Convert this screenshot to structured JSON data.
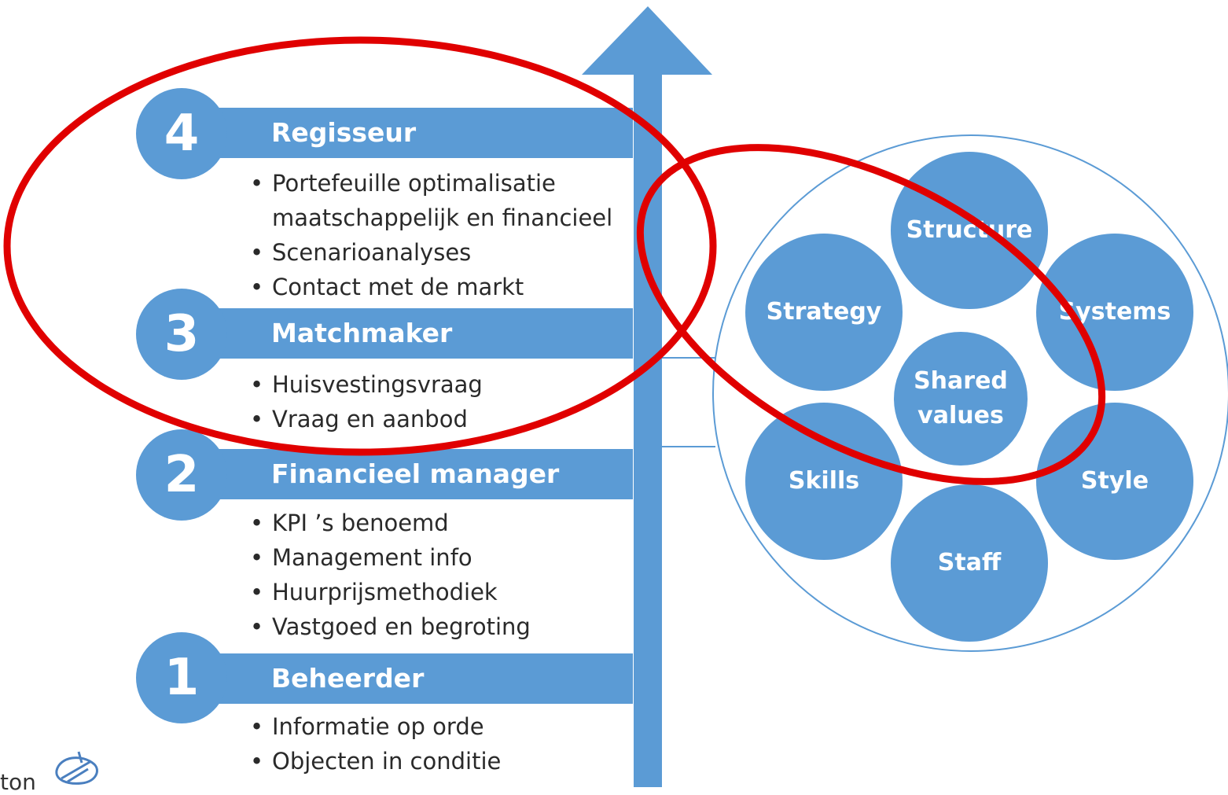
{
  "levels": [
    {
      "number": "4",
      "title": "Regisseur",
      "bullets": [
        "Portefeuille optimalisatie",
        "Scenarioanalyses",
        "Contact met de markt"
      ],
      "bullet_continuation": "maatschappelijk en financieel"
    },
    {
      "number": "3",
      "title": "Matchmaker",
      "bullets": [
        "Huisvestingsvraag",
        "Vraag en aanbod"
      ]
    },
    {
      "number": "2",
      "title": "Financieel manager",
      "bullets": [
        "KPI ’s benoemd",
        "Management info",
        "Huurprijsmethodiek",
        "Vastgoed en begroting"
      ]
    },
    {
      "number": "1",
      "title": "Beheerder",
      "bullets": [
        "Informatie op orde",
        "Objecten in conditie"
      ]
    }
  ],
  "seven_s": {
    "center": {
      "line1": "Shared",
      "line2": "values"
    },
    "items": [
      "Structure",
      "Systems",
      "Style",
      "Staff",
      "Skills",
      "Strategy"
    ]
  },
  "logo": {
    "partial_text": "ton"
  },
  "colors": {
    "accent_blue": "#5b9bd5",
    "highlight_red": "#e00000",
    "thin_line": "#5b9bd5"
  }
}
